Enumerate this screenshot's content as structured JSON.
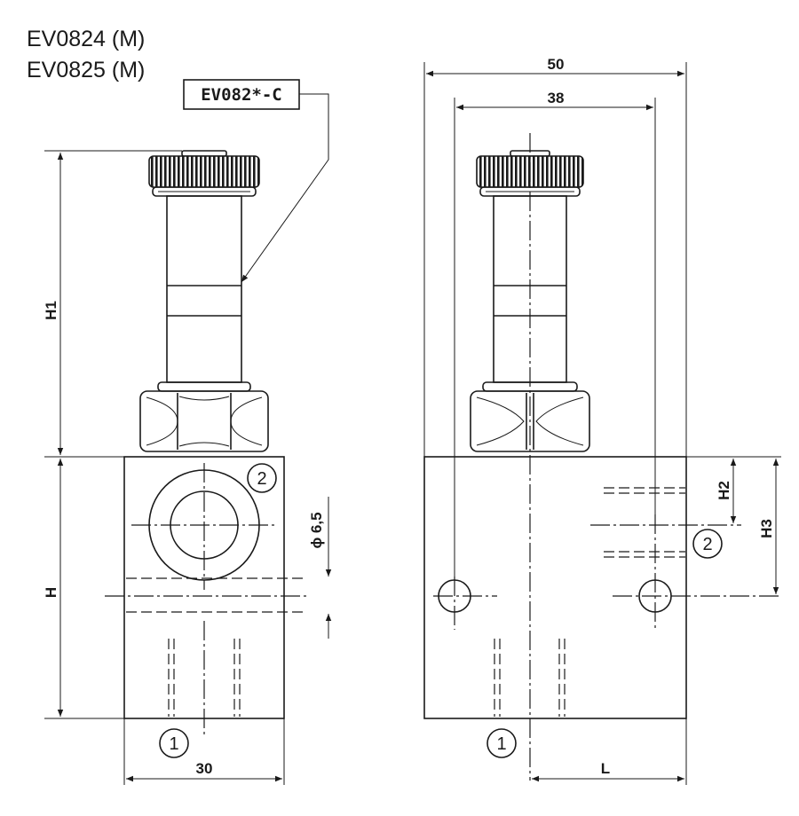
{
  "header": {
    "model_line_1": "EV0824 (M)",
    "model_line_2": "EV0825 (M)"
  },
  "callout": {
    "label": "EV082*-C"
  },
  "ports": {
    "port_1": "1",
    "port_2": "2"
  },
  "dimensions": {
    "overall_width": "50",
    "hole_spacing": "38",
    "body_width": "30",
    "port_diameter": "ϕ 6,5",
    "h1": "H1",
    "h": "H",
    "h2": "H2",
    "h3": "H3",
    "l": "L"
  }
}
